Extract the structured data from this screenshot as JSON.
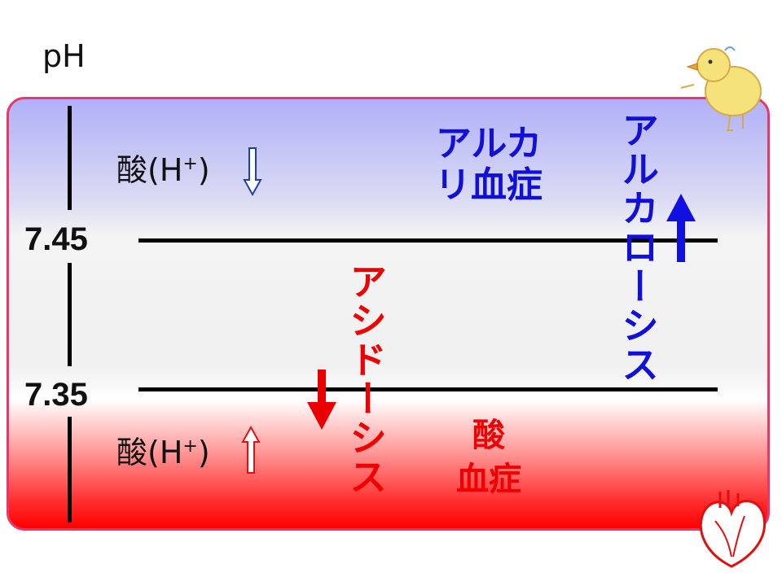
{
  "axis": {
    "title": "pH"
  },
  "thresholds": [
    {
      "value": "7.45"
    },
    {
      "value": "7.35"
    }
  ],
  "upper_note": {
    "text": "酸(H",
    "sup": "+",
    "close": ")",
    "arrow": "down"
  },
  "lower_note": {
    "text": "酸(H",
    "sup": "+",
    "close": ")",
    "arrow": "up"
  },
  "alkalemia": {
    "line1": "アルカ",
    "line2": "リ血症"
  },
  "acidemia": {
    "line1": "酸",
    "line2": "血症"
  },
  "alkalosis": {
    "label": "アルカローシス",
    "arrow": "up"
  },
  "acidosis": {
    "label": "アシドーシス",
    "arrow": "down"
  },
  "colors": {
    "blue": "#1010d8",
    "red": "#f00000",
    "border": "#e8386a"
  },
  "icons": [
    "chick-icon",
    "heart-icon"
  ]
}
